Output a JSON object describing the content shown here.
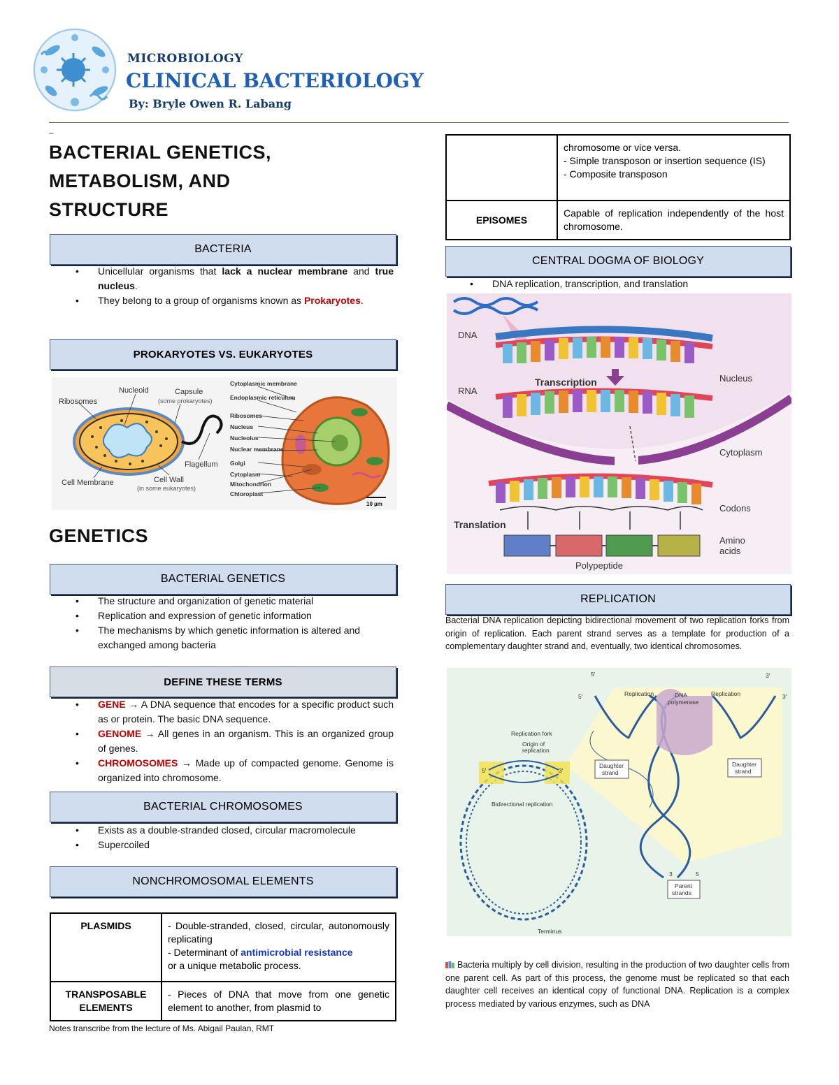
{
  "header": {
    "subject": "MICROBIOLOGY",
    "title": "CLINICAL BACTERIOLOGY",
    "author": "By: Bryle Owen R. Labang",
    "dash": "–"
  },
  "main_title": [
    "BACTERIAL GENETICS,",
    "METABOLISM, AND",
    "STRUCTURE"
  ],
  "bacteria": {
    "heading": "BACTERIA",
    "b1_pre": "Unicellular organisms that ",
    "b1_bold": "lack a nuclear membrane",
    "b1_mid": " and ",
    "b1_bold2": "true nucleus",
    "b1_end": ".",
    "b2_pre": "They belong to a group of organisms known as ",
    "b2_red": "Prokaryotes",
    "b2_end": "."
  },
  "pro_vs_eu": {
    "heading": "PROKARYOTES VS. EUKARYOTES",
    "labels": {
      "nucleoid": "Nucleoid",
      "capsule": "Capsule",
      "capsule_note": "(some prokaryotes)",
      "ribosomes": "Ribosomes",
      "flagellum": "Flagellum",
      "cell_membrane": "Cell Membrane",
      "cell_wall": "Cell Wall",
      "cell_wall_note": "(in some eukaryotes)",
      "euk": [
        "Cytoplasmic membrane",
        "Endoplasmic reticulum",
        "Ribosomes",
        "Nucleus",
        "Nucleolus",
        "Nuclear membrane",
        "Golgi",
        "Cytoplasm",
        "Mitochondrion",
        "Chloroplast"
      ],
      "scale": "10 µm"
    }
  },
  "genetics_title": "GENETICS",
  "bacterial_genetics": {
    "heading": "BACTERIAL GENETICS",
    "items": [
      "The structure and organization of genetic material",
      "Replication and expression of genetic information",
      "The mechanisms by which genetic information is altered and exchanged among bacteria"
    ]
  },
  "define_terms": {
    "heading": "DEFINE THESE TERMS",
    "t1_key": "GENE",
    "t1_text": " → A DNA sequence that encodes for a specific product such as or protein. The basic DNA sequence.",
    "t2_key": "GENOME",
    "t2_text": " → All genes in an organism. This is an organized group of genes.",
    "t3_key": "CHROMOSOMES",
    "t3_text": " → Made up of compacted genome. Genome is organized into chromosome."
  },
  "bacterial_chromosomes": {
    "heading": "BACTERIAL CHROMOSOMES",
    "items": [
      "Exists as a double-stranded closed, circular macromolecule",
      "Supercoiled"
    ]
  },
  "nonchromosomal": {
    "heading": "NONCHROMOSOMAL ELEMENTS",
    "plasmids_key": "PLASMIDS",
    "plasmids_l1": "- Double-stranded, closed, circular, autonomously replicating",
    "plasmids_l2_pre": "- Determinant of ",
    "plasmids_l2_blue": "antimicrobial resistance",
    "plasmids_l3": "or a unique metabolic process.",
    "transposable_key": "TRANSPOSABLE ELEMENTS",
    "transposable_text": "- Pieces of DNA that move from one genetic element to another, from plasmid to"
  },
  "footnote": "Notes transcribe from the lecture of Ms. Abigail Paulan, RMT",
  "right_table": {
    "cont_l1": "chromosome or vice versa.",
    "cont_l2": "- Simple transposon or insertion sequence (IS)",
    "cont_l3": "- Composite transposon",
    "episomes_key": "EPISOMES",
    "episomes_text": "Capable of replication independently of the host chromosome."
  },
  "central_dogma": {
    "heading": "CENTRAL DOGMA OF BIOLOGY",
    "bullet": "DNA replication, transcription, and translation",
    "labels": {
      "dna": "DNA",
      "rna": "RNA",
      "transcription": "Transcription",
      "nucleus": "Nucleus",
      "cytoplasm": "Cytoplasm",
      "codons": "Codons",
      "translation": "Translation",
      "amino_acids_1": "Amino",
      "amino_acids_2": "acids",
      "polypeptide": "Polypeptide"
    }
  },
  "replication": {
    "heading": "REPLICATION",
    "caption": "Bacterial DNA replication depicting bidirectional movement of two replication forks from origin of replication. Each parent strand serves as a template for production of a complementary daughter strand and, eventually, two identical chromosomes.",
    "labels": {
      "five_prime": "5'",
      "three_prime": "3'",
      "replication": "Replication",
      "dna_polymerase_1": "DNA",
      "dna_polymerase_2": "polymerase",
      "replication_fork": "Replication fork",
      "origin_1": "Origin of",
      "origin_2": "replication",
      "daughter_1": "Daughter",
      "daughter_2": "strand",
      "bidirectional": "Bidirectional replication",
      "parent_1": "Parent",
      "parent_2": "strands",
      "terminus": "Terminus",
      "three": "3",
      "five": "5"
    },
    "body": "Bacteria multiply by cell division, resulting in the production of two daughter cells from one parent cell. As part of this process, the genome must be replicated so that each daughter cell receives an identical copy of functional DNA. Replication is a complex process mediated by various enzymes, such as DNA"
  }
}
